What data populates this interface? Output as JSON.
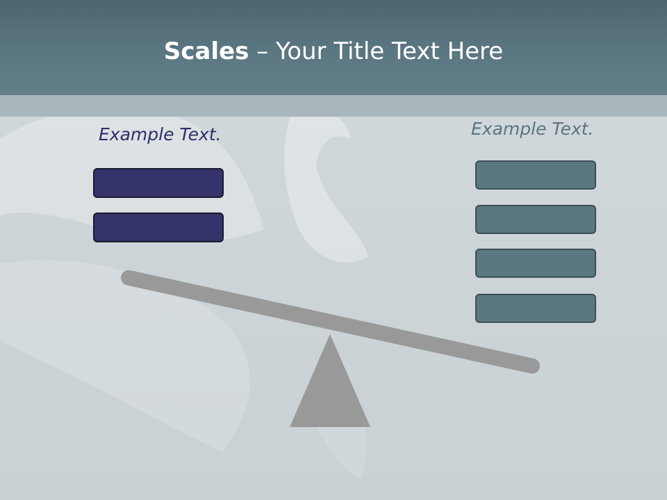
{
  "title": {
    "bold": "Scales",
    "rest": " – Your Title Text Here"
  },
  "left_group": {
    "label": "Example Text.",
    "boxes": 2,
    "color": "#34336b"
  },
  "right_group": {
    "label": "Example Text.",
    "boxes": 4,
    "color": "#5b7780"
  },
  "colors": {
    "title_bar": "#5b7782",
    "title_strip": "#a9b7bd",
    "scale": "#999999"
  }
}
